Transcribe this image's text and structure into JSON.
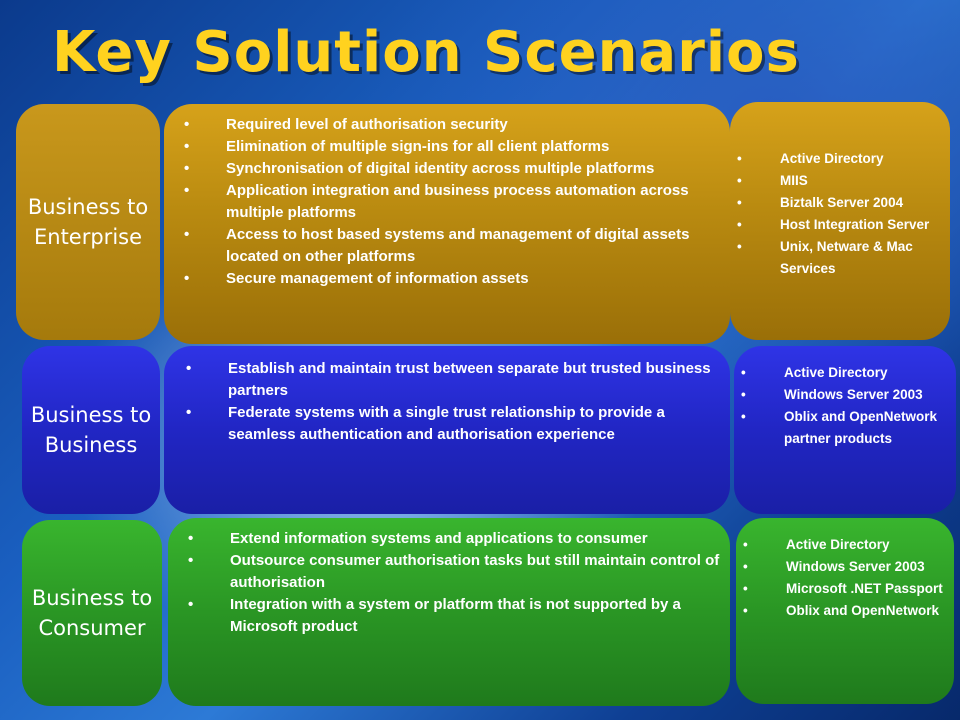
{
  "title": "Key Solution Scenarios",
  "rows": [
    {
      "label_line1": "Business to",
      "label_line2": "Enterprise",
      "scenarios": [
        "Required level of authorisation security",
        "Elimination of multiple sign-ins for all client platforms",
        "Synchronisation of digital identity across multiple platforms",
        "Application integration and business process automation across multiple platforms",
        "Access to host based systems and management of digital assets located on other platforms",
        "Secure management of information assets"
      ],
      "products": [
        "Active Directory",
        "MIIS",
        "Biztalk Server 2004",
        "Host Integration Server",
        "Unix, Netware & Mac Services"
      ]
    },
    {
      "label_line1": "Business to",
      "label_line2": "Business",
      "scenarios": [
        "Establish and maintain trust between separate but trusted business partners",
        "Federate systems with a single trust relationship to provide a seamless authentication and authorisation experience"
      ],
      "products": [
        "Active Directory",
        "Windows Server 2003",
        "Oblix and OpenNetwork partner products"
      ]
    },
    {
      "label_line1": "Business to",
      "label_line2": "Consumer",
      "scenarios": [
        "Extend information systems and applications to consumer",
        "Outsource consumer authorisation tasks but still maintain control of authorisation",
        "Integration with a system or platform that is not supported by a Microsoft product"
      ],
      "products": [
        "Active Directory",
        "Windows Server 2003",
        "Microsoft .NET Passport",
        "Oblix and OpenNetwork"
      ]
    }
  ]
}
